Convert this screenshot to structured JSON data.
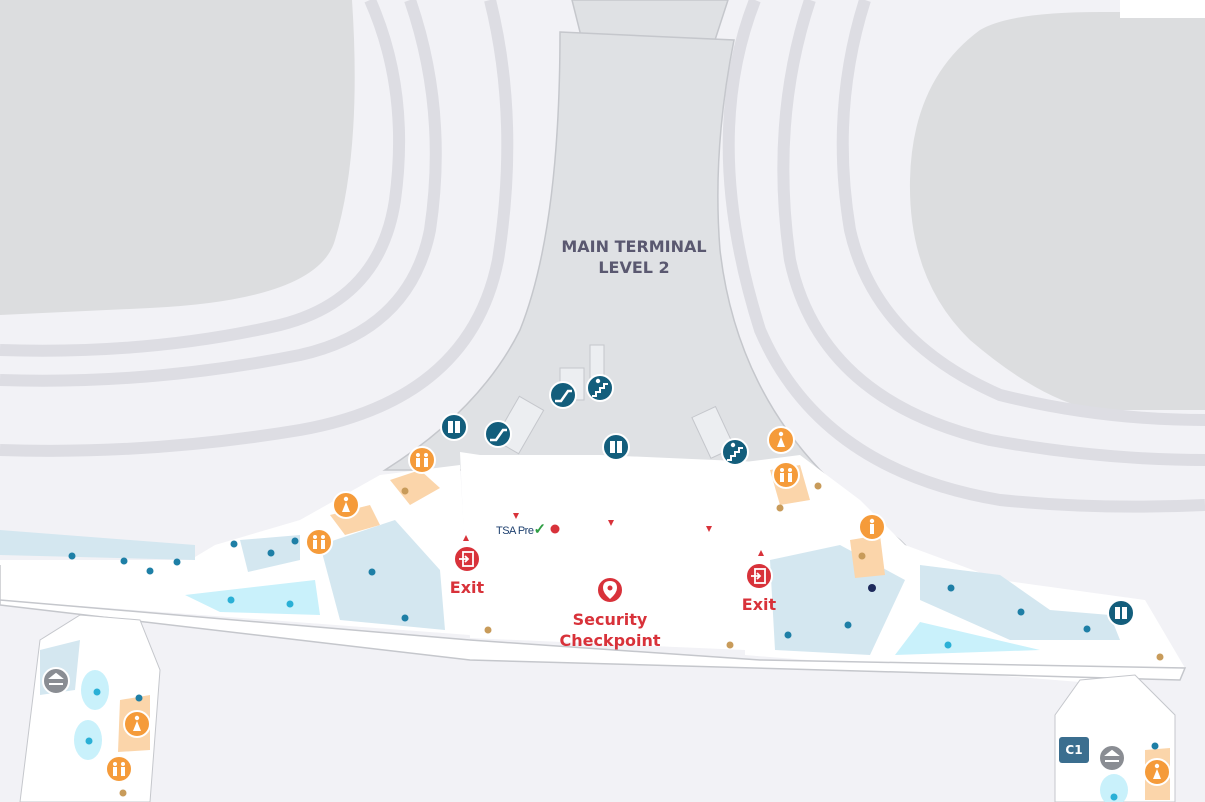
{
  "terminal": {
    "name": "MAIN TERMINAL",
    "level": "LEVEL 2"
  },
  "exits": [
    {
      "label": "Exit"
    },
    {
      "label": "Exit"
    }
  ],
  "security": {
    "line1": "Security",
    "line2": "Checkpoint"
  },
  "tsa": {
    "label": "TSA Pre",
    "check": "✓"
  },
  "gate": {
    "label": "C1"
  },
  "colors": {
    "background": "#f2f2f6",
    "road": "#e0e0e6",
    "building_dark": "#dcdddf",
    "terminal_floor": "#dfe1e4",
    "walkable": "#ffffff",
    "light_blue_area": "#d4e7f0",
    "cyan_area": "#c9f1fb",
    "restroom_orange": "#f59b3a",
    "restroom_fill": "#fbd5aa",
    "service_icon_teal": "#135e7c",
    "exit_red": "#d8323a",
    "gate_badge": "#3b6e8f"
  },
  "icons": [
    "restroom-icon",
    "elevator-icon",
    "escalator-icon",
    "stairs-icon",
    "exit-icon",
    "security-checkpoint-icon",
    "baggage-claim-icon"
  ]
}
